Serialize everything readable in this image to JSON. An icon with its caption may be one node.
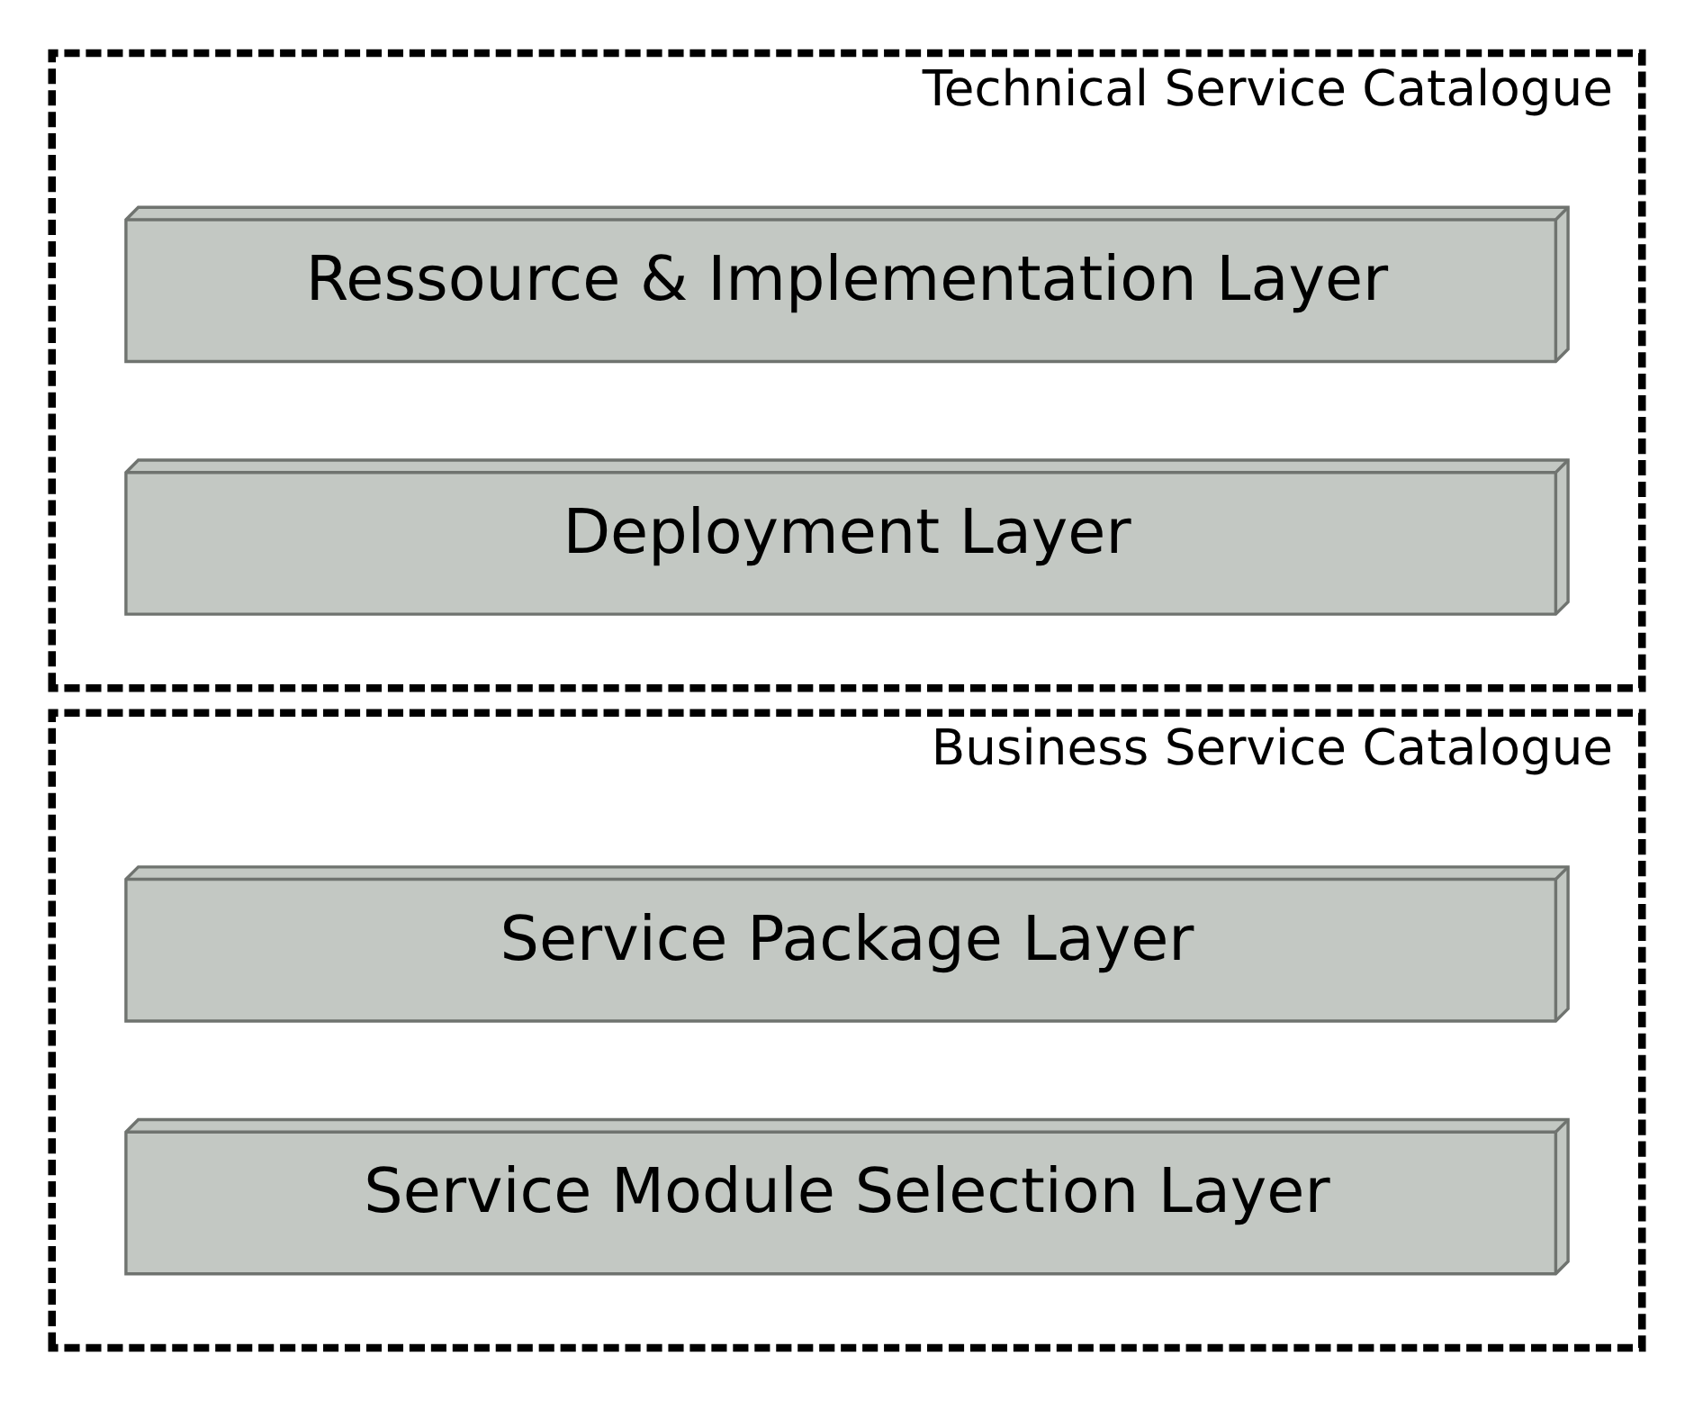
{
  "diagram": {
    "nodes": [
      {
        "text": [
          "Business Service Catalogue"
        ]
      },
      {
        "text": [
          "Service Package Layer"
        ],
        "in": 0
      },
      {
        "text": [
          "Service Module Selection Layer"
        ],
        "in": 0
      },
      {
        "text": [
          "Technical Service Catalogue"
        ]
      },
      {
        "text": [
          "Ressource & Implementation Layer"
        ],
        "in": 3
      },
      {
        "text": [
          "Deployment Layer"
        ],
        "in": 3
      }
    ],
    "edges": []
  }
}
